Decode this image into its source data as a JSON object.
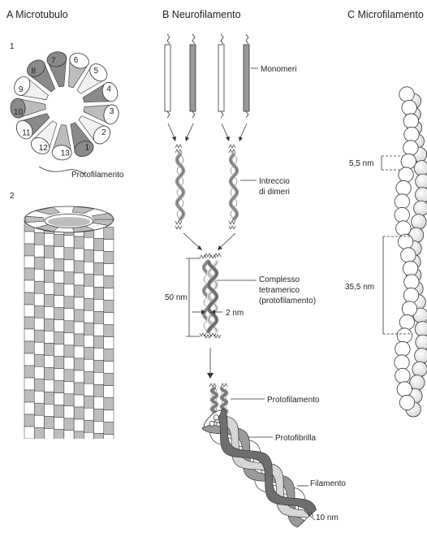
{
  "panel_a": {
    "title": "A  Microtubulo",
    "fig1_label": "1",
    "fig2_label": "2",
    "protofilament_numbers": [
      "1",
      "2",
      "3",
      "4",
      "5",
      "6",
      "7",
      "8",
      "9",
      "10",
      "11",
      "12",
      "13"
    ],
    "protofilament_label": "Protofilamento"
  },
  "panel_b": {
    "title": "B  Neurofilamento",
    "monomers_label": "Monomeri",
    "dimer_label_1": "Intreccio",
    "dimer_label_2": "di dimeri",
    "tetramer_label_1": "Complesso",
    "tetramer_label_2": "tetramerico",
    "tetramer_label_3": "(protofilamento)",
    "length_label": "50 nm",
    "width_label": "2 nm",
    "protofilament_label": "Protofilamento",
    "protofibril_label": "Protofibrilla",
    "filament_label": "Filamento",
    "filament_width_label": "10 nm"
  },
  "panel_c": {
    "title": "C  Microfilamento",
    "small_measure": "5,5 nm",
    "large_measure": "35,5 nm"
  },
  "colors": {
    "dark_shade": "#8a8a8a",
    "mid_shade": "#bdbdbd",
    "light_shade": "#f2f2f2",
    "outline": "#333333"
  }
}
